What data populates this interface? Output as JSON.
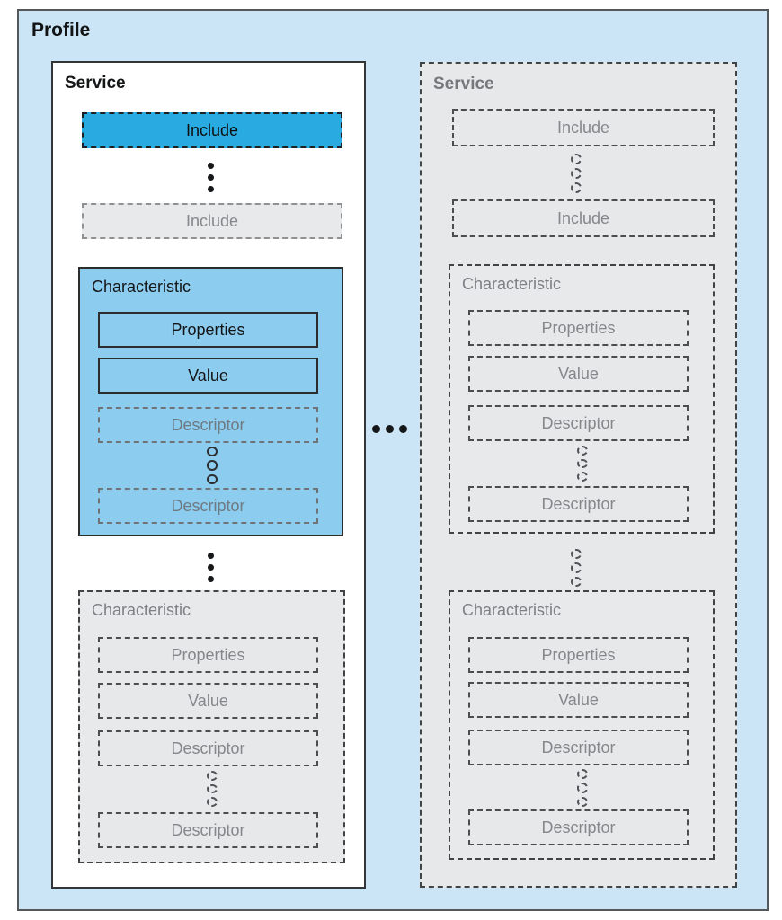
{
  "diagram": {
    "profile_label": "Profile",
    "colors": {
      "profile_background": "#cbe5f6",
      "include_highlight": "#29abe2",
      "characteristic_highlight": "#8cccef",
      "inactive_gray_fill": "#e8e9ea",
      "inactive_gray_text": "#85878a",
      "border_dark": "#333537"
    },
    "services": {
      "left": {
        "title": "Service",
        "include_first": "Include",
        "include_last": "Include",
        "characteristic_first": {
          "title": "Characteristic",
          "properties": "Properties",
          "value": "Value",
          "descriptor_first": "Descriptor",
          "descriptor_last": "Descriptor"
        },
        "characteristic_last": {
          "title": "Characteristic",
          "properties": "Properties",
          "value": "Value",
          "descriptor_first": "Descriptor",
          "descriptor_last": "Descriptor"
        }
      },
      "right": {
        "title": "Service",
        "include_first": "Include",
        "include_last": "Include",
        "characteristic_first": {
          "title": "Characteristic",
          "properties": "Properties",
          "value": "Value",
          "descriptor_first": "Descriptor",
          "descriptor_last": "Descriptor"
        },
        "characteristic_last": {
          "title": "Characteristic",
          "properties": "Properties",
          "value": "Value",
          "descriptor_first": "Descriptor",
          "descriptor_last": "Descriptor"
        }
      }
    },
    "icons": {
      "vertical_ellipsis_filled": "more-items-vertical",
      "vertical_ellipsis_circles": "more-items-vertical-optional",
      "horizontal_ellipsis": "more-services"
    }
  }
}
